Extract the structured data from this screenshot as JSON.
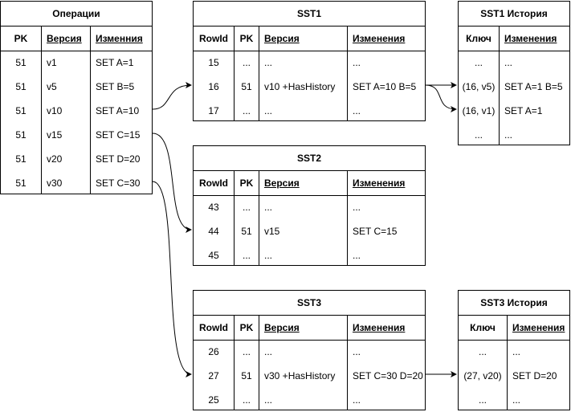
{
  "ops": {
    "title": "Операции",
    "headers": [
      "PK",
      "Версия",
      "Изменния"
    ],
    "rows": [
      [
        "51",
        "v1",
        "SET A=1"
      ],
      [
        "51",
        "v5",
        "SET B=5"
      ],
      [
        "51",
        "v10",
        "SET A=10"
      ],
      [
        "51",
        "v15",
        "SET C=15"
      ],
      [
        "51",
        "v20",
        "SET D=20"
      ],
      [
        "51",
        "v30",
        "SET C=30"
      ]
    ]
  },
  "sst1": {
    "title": "SST1",
    "headers": [
      "RowId",
      "PK",
      "Версия",
      "Изменения"
    ],
    "rows": [
      [
        "15",
        "...",
        "...",
        "..."
      ],
      [
        "16",
        "51",
        "v10 +HasHistory",
        "SET A=10 B=5"
      ],
      [
        "17",
        "...",
        "...",
        "..."
      ]
    ]
  },
  "sst1h": {
    "title": "SST1 История",
    "headers": [
      "Ключ",
      "Изменения"
    ],
    "rows": [
      [
        "...",
        "..."
      ],
      [
        "(16, v5)",
        "SET A=1 B=5"
      ],
      [
        "(16, v1)",
        "SET A=1"
      ],
      [
        "...",
        "..."
      ]
    ]
  },
  "sst2": {
    "title": "SST2",
    "headers": [
      "RowId",
      "PK",
      "Версия",
      "Изменения"
    ],
    "rows": [
      [
        "43",
        "...",
        "...",
        "..."
      ],
      [
        "44",
        "51",
        "v15",
        "SET C=15"
      ],
      [
        "45",
        "...",
        "...",
        "..."
      ]
    ]
  },
  "sst3": {
    "title": "SST3",
    "headers": [
      "RowId",
      "PK",
      "Версия",
      "Изменения"
    ],
    "rows": [
      [
        "26",
        "...",
        "...",
        "..."
      ],
      [
        "27",
        "51",
        "v30 +HasHistory",
        "SET C=30 D=20"
      ],
      [
        "25",
        "...",
        "...",
        "..."
      ]
    ]
  },
  "sst3h": {
    "title": "SST3 История",
    "headers": [
      "Ключ",
      "Изменения"
    ],
    "rows": [
      [
        "...",
        "..."
      ],
      [
        "(27, v20)",
        "SET D=20"
      ],
      [
        "...",
        "..."
      ]
    ]
  }
}
